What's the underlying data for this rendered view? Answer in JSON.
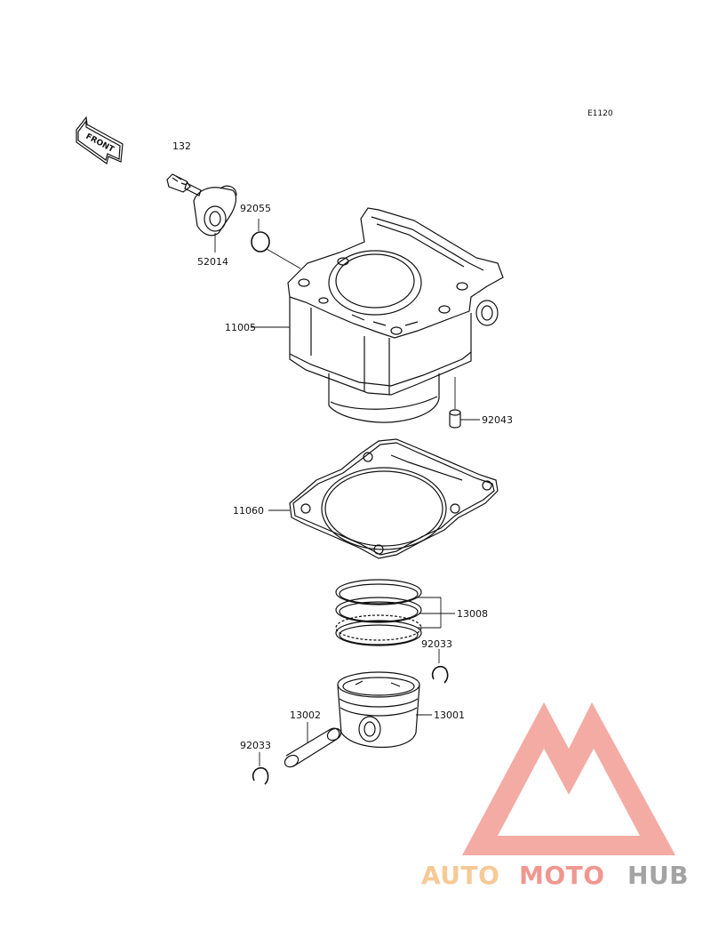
{
  "diagram": {
    "code": "E1120",
    "front_arrow_text": "FRONT",
    "parts": [
      {
        "id": "132",
        "label": "132",
        "name": "bolt"
      },
      {
        "id": "52014",
        "label": "52014",
        "name": "water-outlet-fitting"
      },
      {
        "id": "92055",
        "label": "92055",
        "name": "o-ring"
      },
      {
        "id": "11005",
        "label": "11005",
        "name": "cylinder"
      },
      {
        "id": "92043",
        "label": "92043",
        "name": "dowel-pin"
      },
      {
        "id": "11060",
        "label": "11060",
        "name": "cylinder-base-gasket"
      },
      {
        "id": "13008",
        "label": "13008",
        "name": "piston-ring-set"
      },
      {
        "id": "92033a",
        "label": "92033",
        "name": "circlip-right"
      },
      {
        "id": "13001",
        "label": "13001",
        "name": "piston"
      },
      {
        "id": "13002",
        "label": "13002",
        "name": "piston-pin"
      },
      {
        "id": "92033b",
        "label": "92033",
        "name": "circlip-left"
      }
    ]
  },
  "watermark": {
    "word_part1": "AUTO",
    "word_part2": "MOTO",
    "word_part3": "HUB",
    "colors": {
      "part1": "#f6c48a",
      "part2": "#f08c84",
      "part3": "#9a9a9a",
      "logo": "#f3a29a"
    }
  }
}
